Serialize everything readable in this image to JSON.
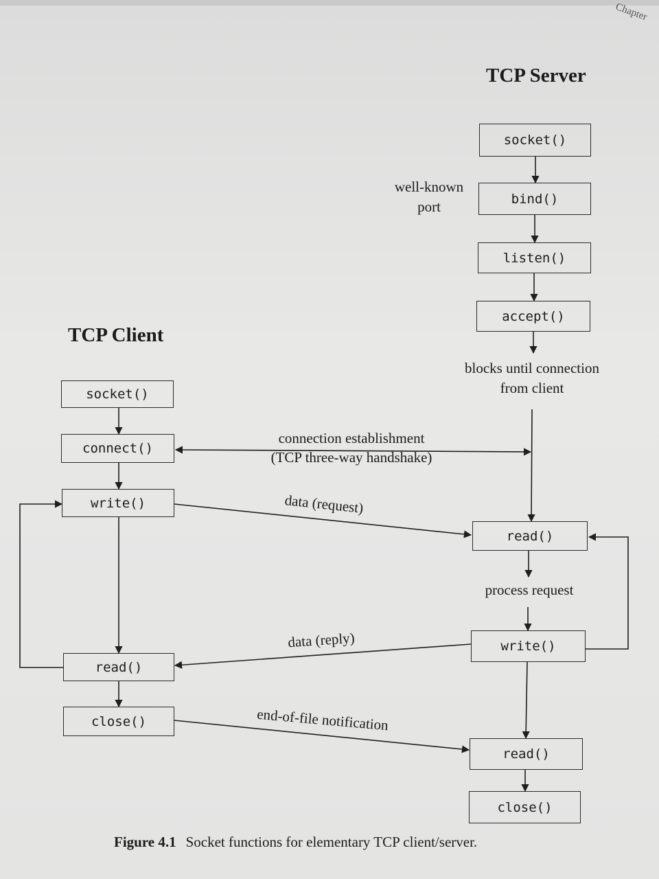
{
  "page": {
    "corner_text": "Chapter"
  },
  "server": {
    "title": "TCP Server",
    "socket": "socket()",
    "bind": "bind()",
    "listen": "listen()",
    "accept": "accept()",
    "read": "read()",
    "write": "write()",
    "read_eof": "read()",
    "close": "close()",
    "well_known_port": "well-known port",
    "well_known_line1": "well-known",
    "well_known_line2": "port",
    "blocks_line1": "blocks until connection",
    "blocks_line2": "from client",
    "process_request": "process request"
  },
  "client": {
    "title": "TCP Client",
    "socket": "socket()",
    "connect": "connect()",
    "write": "write()",
    "read": "read()",
    "close": "close()"
  },
  "links": {
    "connection_line1": "connection establishment",
    "connection_line2": "(TCP three-way handshake)",
    "data_request": "data (request)",
    "data_reply": "data (reply)",
    "eof": "end-of-file notification"
  },
  "caption": {
    "figure": "Figure 4.1",
    "text": "Socket functions for elementary TCP client/server."
  }
}
